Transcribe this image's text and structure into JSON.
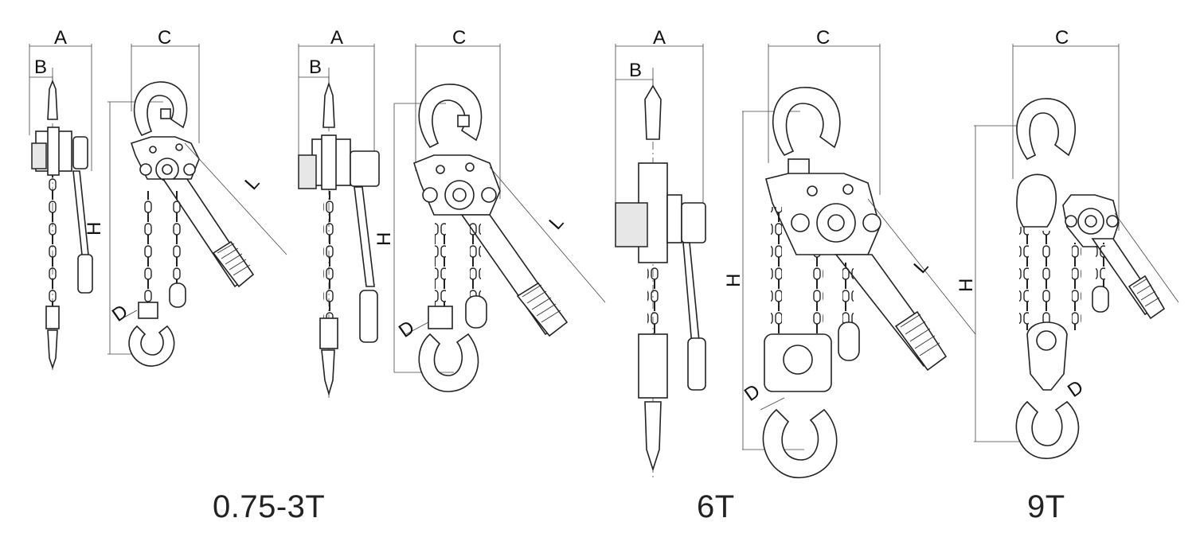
{
  "groups": [
    {
      "caption": "0.75-3T",
      "dims": {
        "a": "A",
        "b": "B",
        "c": "C",
        "h": "H",
        "l": "L",
        "d": "D"
      }
    },
    {
      "caption": "",
      "dims": {
        "a": "A",
        "b": "B",
        "c": "C",
        "h": "H",
        "l": "L",
        "d": "D"
      }
    },
    {
      "caption": "6T",
      "dims": {
        "a": "A",
        "b": "B",
        "c": "C",
        "h": "H",
        "l": "L",
        "d": "D"
      }
    },
    {
      "caption": "9T",
      "dims": {
        "c": "C",
        "h": "H",
        "d": "D"
      }
    }
  ],
  "colors": {
    "line": "#222222",
    "background": "#ffffff"
  }
}
